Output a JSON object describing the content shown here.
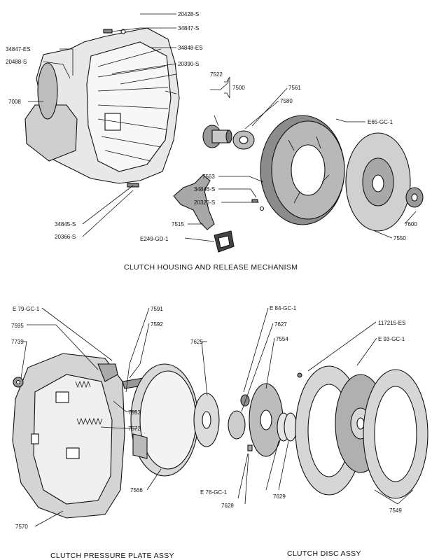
{
  "captions": {
    "housing": "CLUTCH HOUSING AND RELEASE MECHANISM",
    "pressure_plate": "CLUTCH PRESSURE PLATE ASSY",
    "disc": "CLUTCH DISC ASSY"
  },
  "labels": {
    "p20428s": "20428-S",
    "p34847s": "34847-S",
    "p34847es": "34847-ES",
    "p34848es": "34848-ES",
    "p20488s": "20488-S",
    "p20390s": "20390-S",
    "p7522": "7522",
    "p7500": "7500",
    "p7008": "7008",
    "p7561": "7561",
    "p7580": "7580",
    "pE65": "E65-GC-1",
    "p7563": "7563",
    "p34846s": "34846-S",
    "p20326s": "20326-S",
    "p34845s": "34845-S",
    "p20366s": "20366-S",
    "p7515": "7515",
    "pE249": "E249-GD-1",
    "p7600": "7600",
    "p7550": "7550",
    "pE79": "E 79-GC-1",
    "p7591": "7591",
    "p7592": "7592",
    "p7595": "7595",
    "p7739": "7739",
    "p7553": "7553",
    "p7572": "7572",
    "p7566": "7566",
    "p7570": "7570",
    "p7625": "7625",
    "pE84": "E 84-GC-1",
    "p7627": "7627",
    "p7554": "7554",
    "pE76": "E 76-GC-1",
    "p7628": "7628",
    "p7629": "7629",
    "p117215es": "117215-ES",
    "pE93": "E 93-GC-1",
    "p7549": "7549"
  }
}
